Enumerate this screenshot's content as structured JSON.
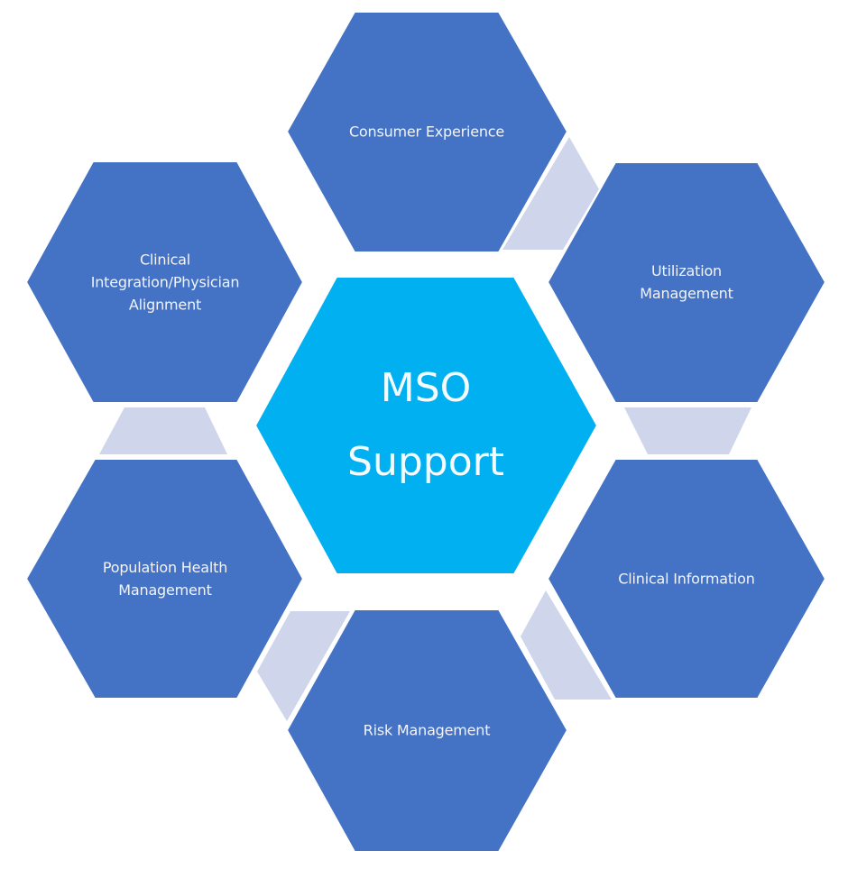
{
  "diagram": {
    "title": "MSO Support",
    "colors": {
      "background": "#ffffff",
      "hex_blue": "#4472c4",
      "hex_center": "#00b0f0",
      "connector": "#cfd5ea",
      "text": "#ffffff"
    },
    "center": {
      "lines": [
        "MSO",
        "Support"
      ]
    },
    "nodes": [
      {
        "id": "consumer-experience",
        "lines": [
          "Consumer Experience"
        ]
      },
      {
        "id": "utilization-management",
        "lines": [
          "Utilization",
          "Management"
        ]
      },
      {
        "id": "clinical-information",
        "lines": [
          "Clinical Information"
        ]
      },
      {
        "id": "risk-management",
        "lines": [
          "Risk Management"
        ]
      },
      {
        "id": "population-health-management",
        "lines": [
          "Population Health",
          "Management"
        ]
      },
      {
        "id": "clinical-integration-physician-alignment",
        "lines": [
          "Clinical",
          "Integration/Physician",
          "Alignment"
        ]
      }
    ]
  }
}
